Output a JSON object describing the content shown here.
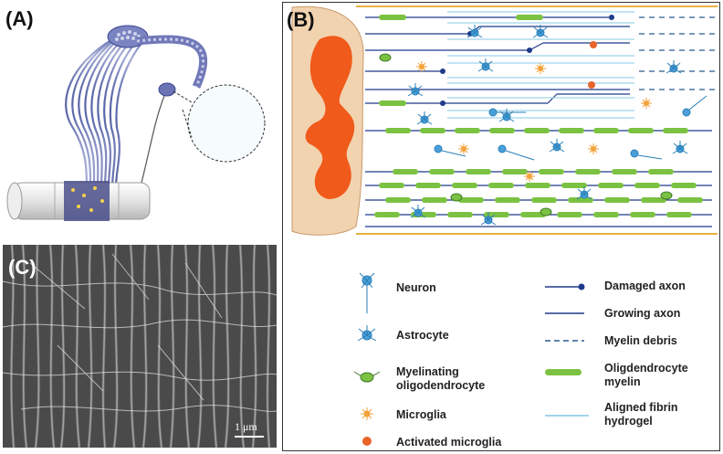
{
  "panels": {
    "a_label": "(A)",
    "b_label": "(B)",
    "c_label": "(C)"
  },
  "legend": {
    "left": [
      {
        "icon": "neuron-icon",
        "label": "Neuron"
      },
      {
        "icon": "astrocyte-icon",
        "label": "Astrocyte"
      },
      {
        "icon": "oligodendrocyte-icon",
        "label": "Myelinating oligodendrocyte"
      },
      {
        "icon": "microglia-icon",
        "label": "Microglia"
      },
      {
        "icon": "activated-microglia-icon",
        "label": "Activated microglia"
      }
    ],
    "right": [
      {
        "icon": "damaged-axon-icon",
        "label": "Damaged axon"
      },
      {
        "icon": "growing-axon-icon",
        "label": "Growing axon"
      },
      {
        "icon": "myelin-debris-icon",
        "label": "Myelin debris"
      },
      {
        "icon": "oligodendrocyte-myelin-icon",
        "label": "Oligdendrocyte myelin"
      },
      {
        "icon": "aligned-fibrin-icon",
        "label": "Aligned fibrin hydrogel"
      }
    ]
  },
  "scale_bar": {
    "label": "1 μm"
  },
  "colors": {
    "axon": "#1f3a8a",
    "myelin": "#7cc242",
    "fibrin": "#9fd3ea",
    "astrocyte": "#4a9fd8",
    "microglia": "#f2a23a",
    "activated_microglia": "#e8652a",
    "spinal_cord_gray": "#f05a1a",
    "spinal_cord_white": "#f2d3b0"
  }
}
